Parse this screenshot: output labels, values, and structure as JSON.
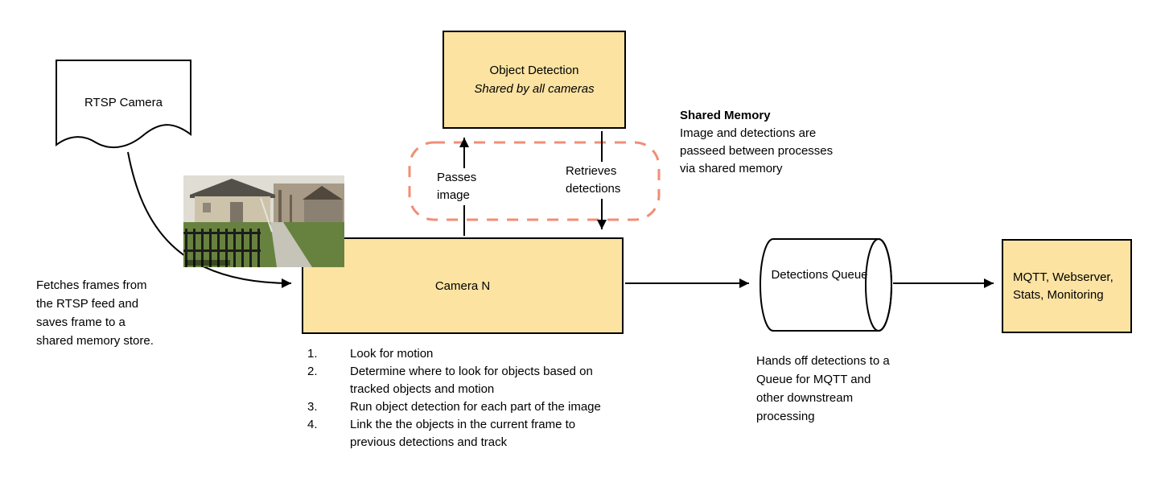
{
  "colors": {
    "node_fill": "#FCE3A2",
    "node_border": "#000000",
    "shared_memory_dash": "#F08E75"
  },
  "nodes": {
    "rtsp_camera": {
      "label": "RTSP Camera"
    },
    "object_detection": {
      "title": "Object Detection",
      "subtitle": "Shared by all cameras"
    },
    "camera_n": {
      "label": "Camera N"
    },
    "detections_queue": {
      "label": "Detections Queue"
    },
    "outputs": {
      "label": "MQTT, Webserver, Stats, Monitoring"
    }
  },
  "edges": {
    "passes_image": "Passes image",
    "retrieves_detections": "Retrieves detections"
  },
  "annotations": {
    "fetch_note": "Fetches frames from the RTSP feed and saves frame to a shared memory store.",
    "shared_memory": {
      "title": "Shared Memory",
      "body": "Image and detections are passeed between processes via shared memory"
    },
    "handoff_note": "Hands off detections to a Queue for MQTT and other downstream processing",
    "steps": [
      {
        "num": "1.",
        "text": "Look for motion"
      },
      {
        "num": "2.",
        "text": "Determine where to look for objects based on tracked objects and motion"
      },
      {
        "num": "3.",
        "text": "Run object detection for each part of the image"
      },
      {
        "num": "4.",
        "text": "Link the the objects in the current frame to previous detections and track"
      }
    ]
  }
}
